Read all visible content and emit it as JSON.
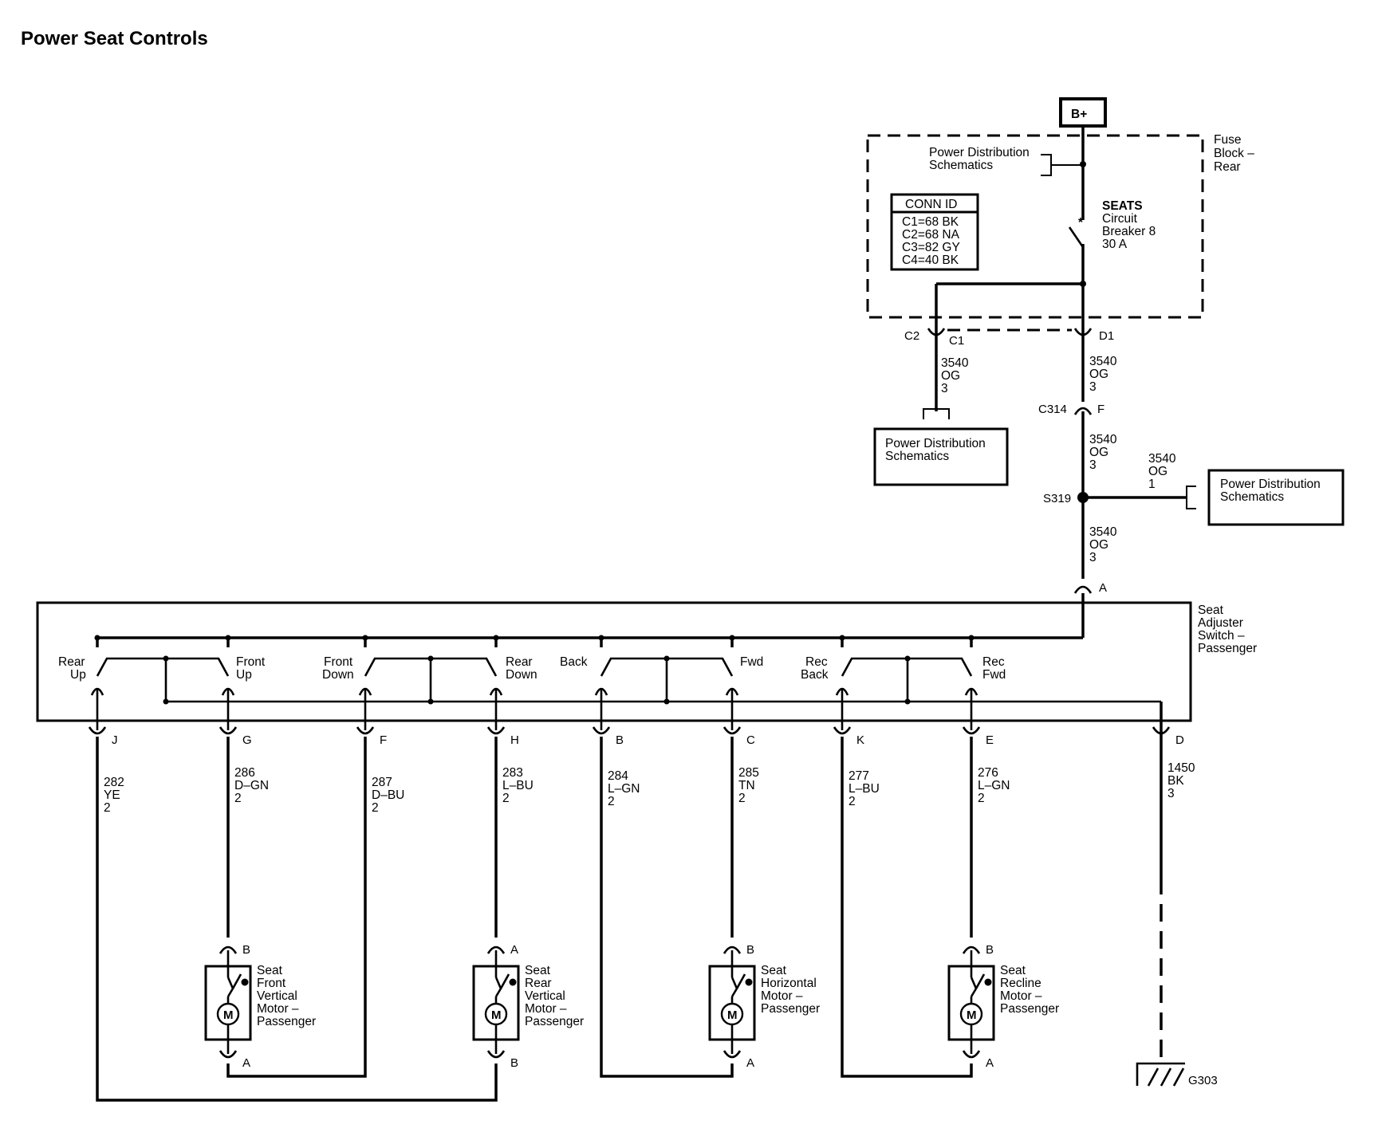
{
  "title": "Power Seat Controls",
  "battery": "B+",
  "fuse_block": {
    "label": [
      "Fuse",
      "Block –",
      "Rear"
    ]
  },
  "power_dist_ref_top": [
    "Power Distribution",
    "Schematics"
  ],
  "conn_id": {
    "header": "CONN ID",
    "rows": [
      "C1=68 BK",
      "C2=68 NA",
      "C3=82 GY",
      "C4=40 BK"
    ]
  },
  "breaker": {
    "label": [
      "SEATS",
      "Circuit",
      "Breaker 8",
      "30 A"
    ]
  },
  "connectors": {
    "c2": "C2",
    "c1": "C1",
    "d1": "D1",
    "c314": "C314",
    "c314_pin": "F",
    "s319": "S319",
    "switch_pin_a": "A"
  },
  "wires": {
    "c2_wire": [
      "3540",
      "OG",
      "3"
    ],
    "d1_wire": [
      "3540",
      "OG",
      "3"
    ],
    "c314_wire": [
      "3540",
      "OG",
      "3"
    ],
    "splice_branch": [
      "3540",
      "OG",
      "1"
    ],
    "switch_feed": [
      "3540",
      "OG",
      "3"
    ]
  },
  "power_dist_ref_left": [
    "Power Distribution",
    "Schematics"
  ],
  "power_dist_ref_right": [
    "Power Distribution",
    "Schematics"
  ],
  "switch": {
    "label": [
      "Seat",
      "Adjuster",
      "Switch –",
      "Passenger"
    ],
    "positions": [
      {
        "lines": [
          "Rear",
          "Up"
        ]
      },
      {
        "lines": [
          "Front",
          "Up"
        ]
      },
      {
        "lines": [
          "Front",
          "Down"
        ]
      },
      {
        "lines": [
          "Rear",
          "Down"
        ]
      },
      {
        "lines": [
          "Back"
        ]
      },
      {
        "lines": [
          "Fwd"
        ]
      },
      {
        "lines": [
          "Rec",
          "Back"
        ]
      },
      {
        "lines": [
          "Rec",
          "Fwd"
        ]
      }
    ],
    "pins": [
      "J",
      "G",
      "F",
      "H",
      "B",
      "C",
      "K",
      "E",
      "D"
    ]
  },
  "circuits": [
    {
      "lines": [
        "282",
        "YE",
        "2"
      ]
    },
    {
      "lines": [
        "286",
        "D–GN",
        "2"
      ]
    },
    {
      "lines": [
        "287",
        "D–BU",
        "2"
      ]
    },
    {
      "lines": [
        "283",
        "L–BU",
        "2"
      ]
    },
    {
      "lines": [
        "284",
        "L–GN",
        "2"
      ]
    },
    {
      "lines": [
        "285",
        "TN",
        "2"
      ]
    },
    {
      "lines": [
        "277",
        "L–BU",
        "2"
      ]
    },
    {
      "lines": [
        "276",
        "L–GN",
        "2"
      ]
    },
    {
      "lines": [
        "1450",
        "BK",
        "3"
      ]
    }
  ],
  "motors": [
    {
      "symbol": "M",
      "top_pin": "B",
      "bottom_pin": "A",
      "lines": [
        "Seat",
        "Front",
        "Vertical",
        "Motor –",
        "Passenger"
      ]
    },
    {
      "symbol": "M",
      "top_pin": "A",
      "bottom_pin": "B",
      "lines": [
        "Seat",
        "Rear",
        "Vertical",
        "Motor –",
        "Passenger"
      ]
    },
    {
      "symbol": "M",
      "top_pin": "B",
      "bottom_pin": "A",
      "lines": [
        "Seat",
        "Horizontal",
        "Motor –",
        "Passenger"
      ]
    },
    {
      "symbol": "M",
      "top_pin": "B",
      "bottom_pin": "A",
      "lines": [
        "Seat",
        "Recline",
        "Motor –",
        "Passenger"
      ]
    }
  ],
  "ground": "G303"
}
